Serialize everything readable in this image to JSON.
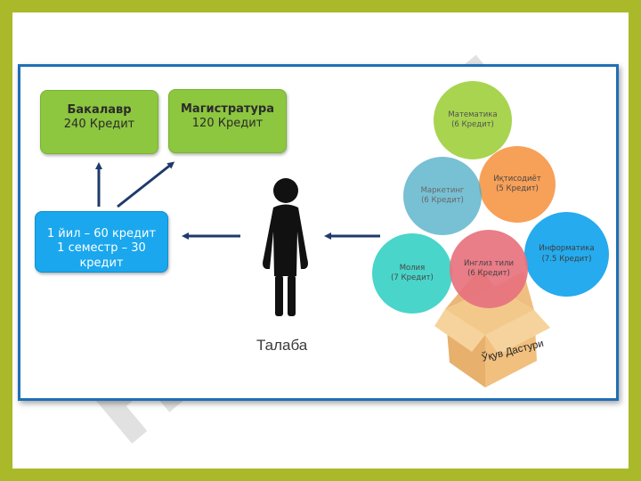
{
  "degrees": [
    {
      "title": "Бакалавр",
      "credits": "240 Кредит"
    },
    {
      "title": "Магистратура",
      "credits": "120 Кредит"
    }
  ],
  "credit_rule": {
    "line1": "1 йил – 60 кредит",
    "line2": "1 семестр – 30 кредит"
  },
  "student_label": "Талаба",
  "curriculum_label": "Ўқув Дастури",
  "subjects": [
    {
      "name": "Математика",
      "credits": "(6 Кредит)",
      "color": "#9acd32"
    },
    {
      "name": "Иқтисодиёт",
      "credits": "(5 Кредит)",
      "color": "#f79646"
    },
    {
      "name": "Маркетинг",
      "credits": "(6 Кредит)",
      "color": "#4bacc6"
    },
    {
      "name": "Информатика",
      "credits": "(7.5 Кредит)",
      "color": "#1aa7ee"
    },
    {
      "name": "Молия",
      "credits": "(7 Кредит)",
      "color": "#36d1c4"
    },
    {
      "name": "Инглиз тили",
      "credits": "(6 Кредит)",
      "color": "#e8727e"
    }
  ],
  "watermark": "Hujjat 24",
  "colors": {
    "background": "#a9b92a",
    "frame": "#1f6fb5",
    "arrow": "#1f3a6b",
    "degree": "#8dc63f",
    "credit_box": "#1aa7ee"
  },
  "icons": [
    "student-figure-icon",
    "curriculum-box-icon"
  ]
}
